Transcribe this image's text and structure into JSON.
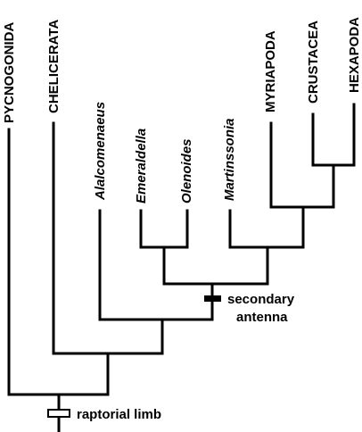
{
  "taxa": {
    "pycnogonida": "PYCNOGONIDA",
    "chelicerata": "CHELICERATA",
    "alalcomenaeus": "Alalcomenaeus",
    "emeraldella": "Emeraldella",
    "olenoides": "Olenoides",
    "martinssonia": "Martinssonia",
    "myriapoda": "MYRIAPODA",
    "crustacea": "CRUSTACEA",
    "hexapoda": "HEXAPODA"
  },
  "annotations": {
    "secondary_antenna_line1": "secondary",
    "secondary_antenna_line2": "antenna",
    "raptorial_limb": "raptorial limb"
  },
  "colors": {
    "line": "#000000",
    "background": "#ffffff",
    "open_marker_fill": "#ffffff"
  }
}
